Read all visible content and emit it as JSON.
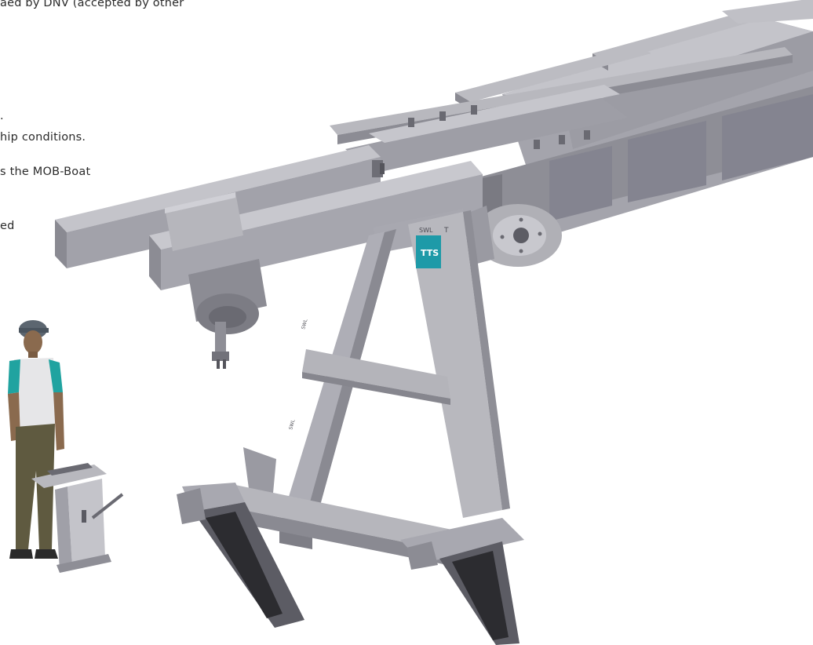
{
  "text_fragments": [
    "aed by DNV (accepted by other",
    ".",
    "hip conditions.",
    "s the MOB-Boat",
    "ed"
  ],
  "markings": {
    "swl": "SWL",
    "brand": "TTS",
    "gantry_letter": "T",
    "side_marks": [
      "SWL",
      "SWL"
    ]
  },
  "colors": {
    "steel_light": "#b2b2b8",
    "steel_mid": "#96969e",
    "steel_dark": "#6c6c74",
    "brand_teal": "#1e9aa8",
    "shirt_teal": "#20a3a0",
    "vest": "#e6e6e8",
    "pants": "#5f5a40"
  }
}
